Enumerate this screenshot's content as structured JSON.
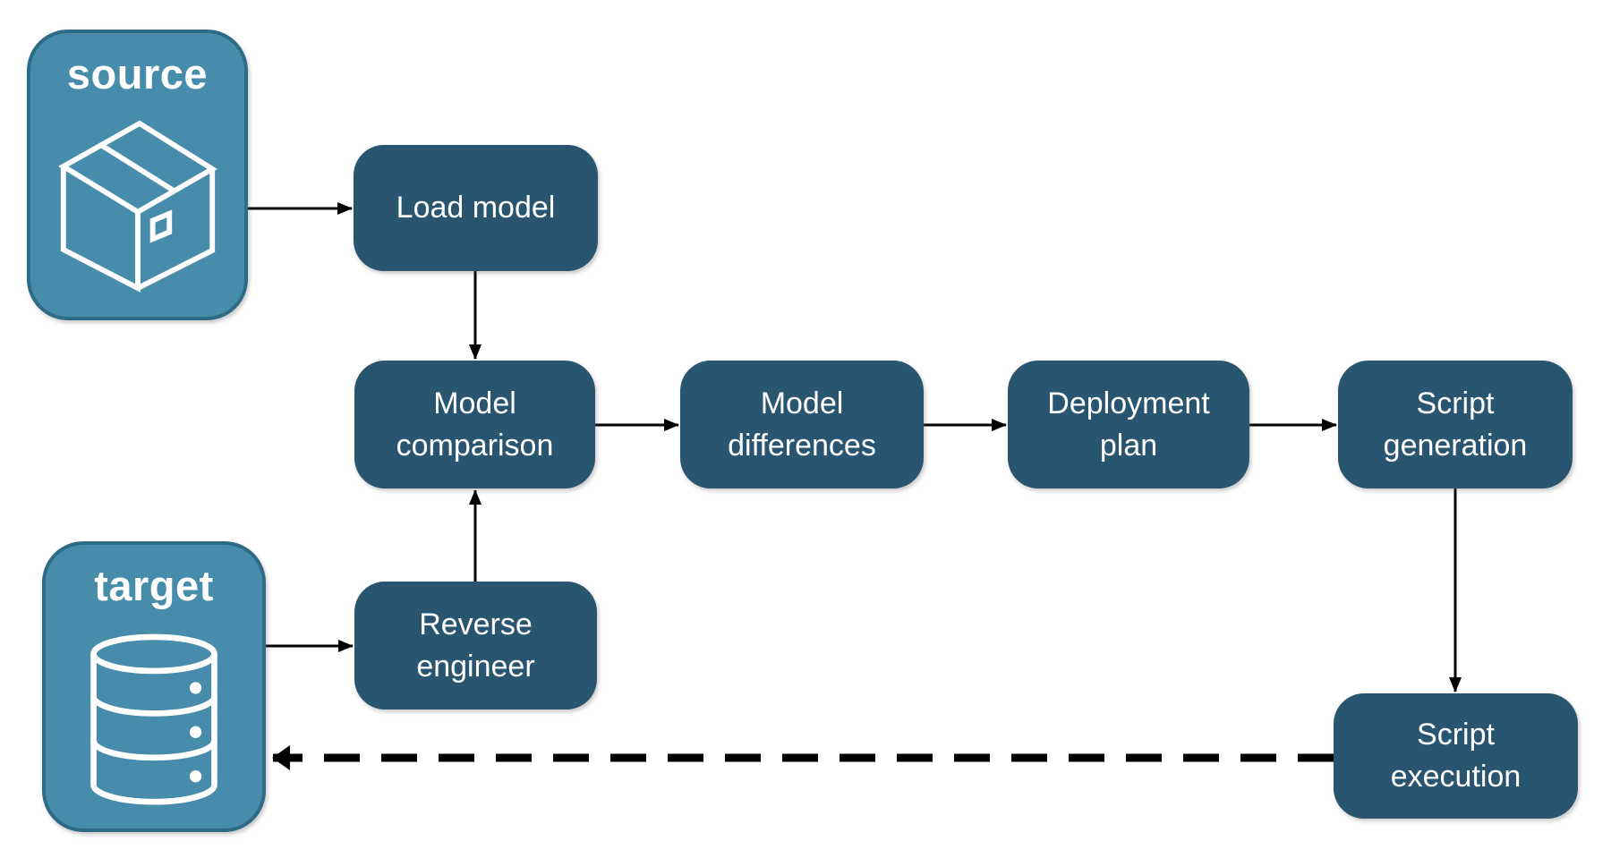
{
  "diagram": {
    "endpoints": [
      {
        "id": "source",
        "label": "source",
        "icon": "package-icon"
      },
      {
        "id": "target",
        "label": "target",
        "icon": "database-icon"
      }
    ],
    "nodes": [
      {
        "id": "load_model",
        "label": "Load model"
      },
      {
        "id": "model_comparison",
        "label": "Model comparison"
      },
      {
        "id": "model_differences",
        "label": "Model differences"
      },
      {
        "id": "deployment_plan",
        "label": "Deployment plan"
      },
      {
        "id": "script_generation",
        "label": "Script generation"
      },
      {
        "id": "reverse_engineer",
        "label": "Reverse engineer"
      },
      {
        "id": "script_execution",
        "label": "Script execution"
      }
    ],
    "edges": [
      {
        "from": "source",
        "to": "load_model",
        "style": "solid"
      },
      {
        "from": "load_model",
        "to": "model_comparison",
        "style": "solid"
      },
      {
        "from": "model_comparison",
        "to": "model_differences",
        "style": "solid"
      },
      {
        "from": "model_differences",
        "to": "deployment_plan",
        "style": "solid"
      },
      {
        "from": "deployment_plan",
        "to": "script_generation",
        "style": "solid"
      },
      {
        "from": "script_generation",
        "to": "script_execution",
        "style": "solid"
      },
      {
        "from": "target",
        "to": "reverse_engineer",
        "style": "solid"
      },
      {
        "from": "reverse_engineer",
        "to": "model_comparison",
        "style": "solid"
      },
      {
        "from": "script_execution",
        "to": "target",
        "style": "dashed"
      }
    ],
    "colors": {
      "node_fill": "#2A5570",
      "endpoint_fill": "#478CAA",
      "endpoint_border": "#2E6B86",
      "arrow": "#000000",
      "label_text": "#FFFFFF"
    }
  }
}
